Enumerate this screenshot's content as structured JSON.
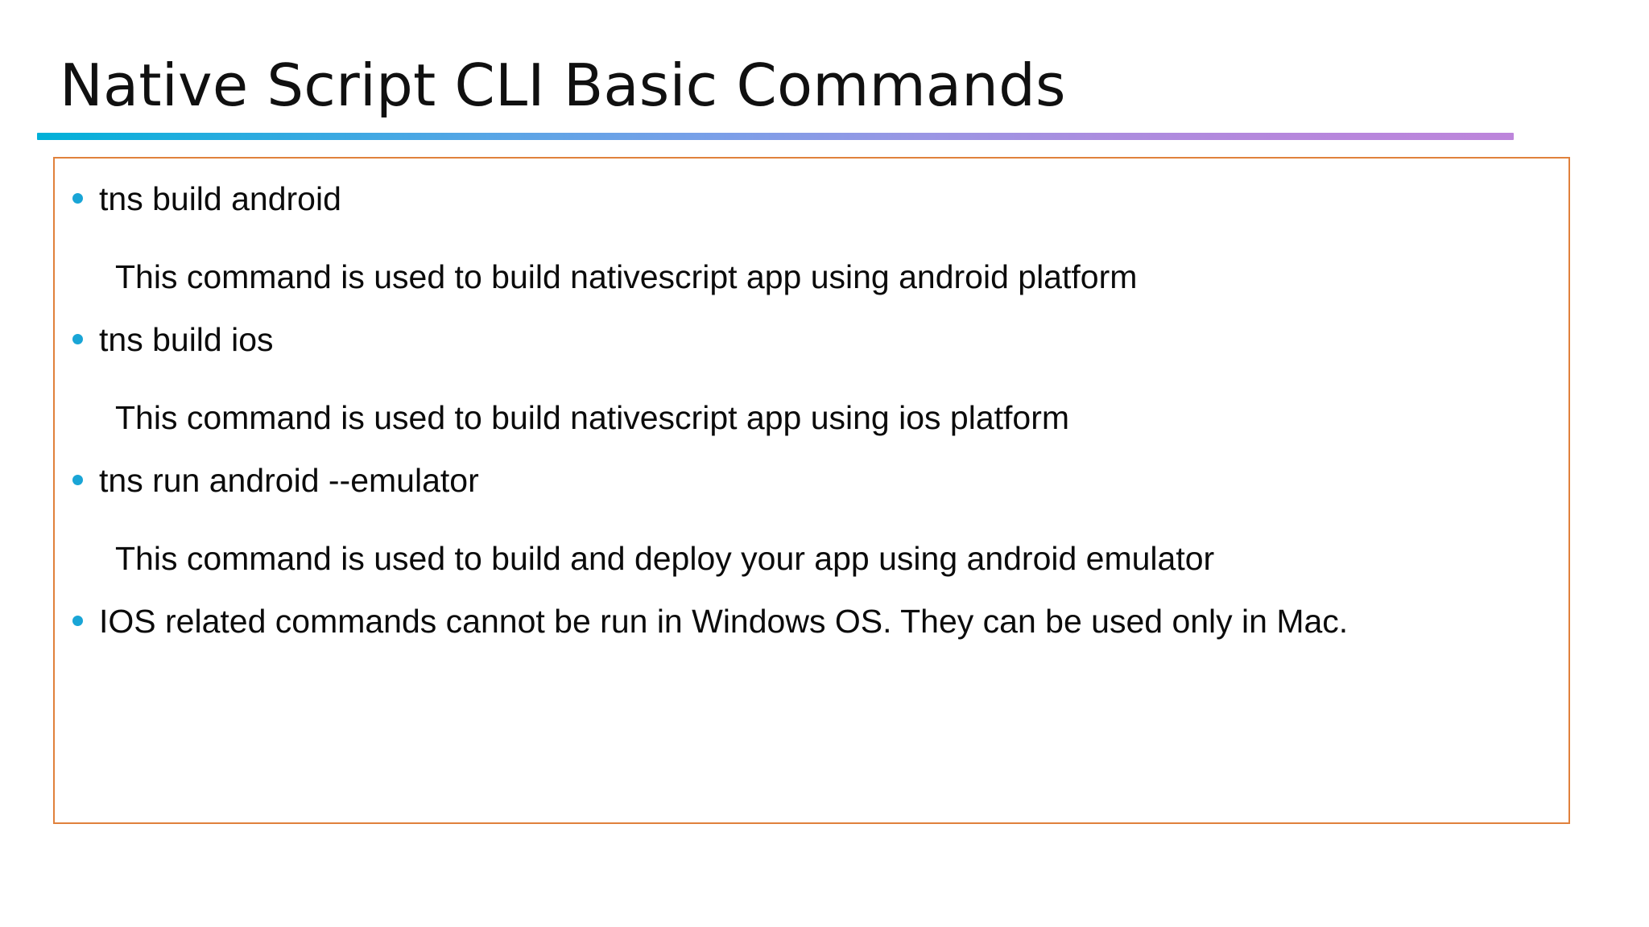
{
  "slide": {
    "title": "Native Script CLI Basic Commands",
    "accent_gradient_start": "#00b0d8",
    "accent_gradient_end": "#bd85db",
    "box_border_color": "#e0813c",
    "bullet_color": "#19a5d6",
    "background_color": "#ffffff",
    "text_color": "#0b0b0b"
  },
  "content": {
    "rows": [
      {
        "type": "bullet",
        "text": "tns build android"
      },
      {
        "type": "desc",
        "text": "This command is used to build nativescript app using android platform"
      },
      {
        "type": "bullet",
        "text": "tns build ios"
      },
      {
        "type": "desc",
        "text": "This command is used to build nativescript app using ios platform"
      },
      {
        "type": "bullet",
        "text": "tns run android --emulator"
      },
      {
        "type": "desc",
        "text": "This command is used to build and deploy your app using android emulator"
      },
      {
        "type": "bullet",
        "text": "IOS related commands cannot be run in Windows OS. They can be used only in Mac."
      }
    ]
  }
}
